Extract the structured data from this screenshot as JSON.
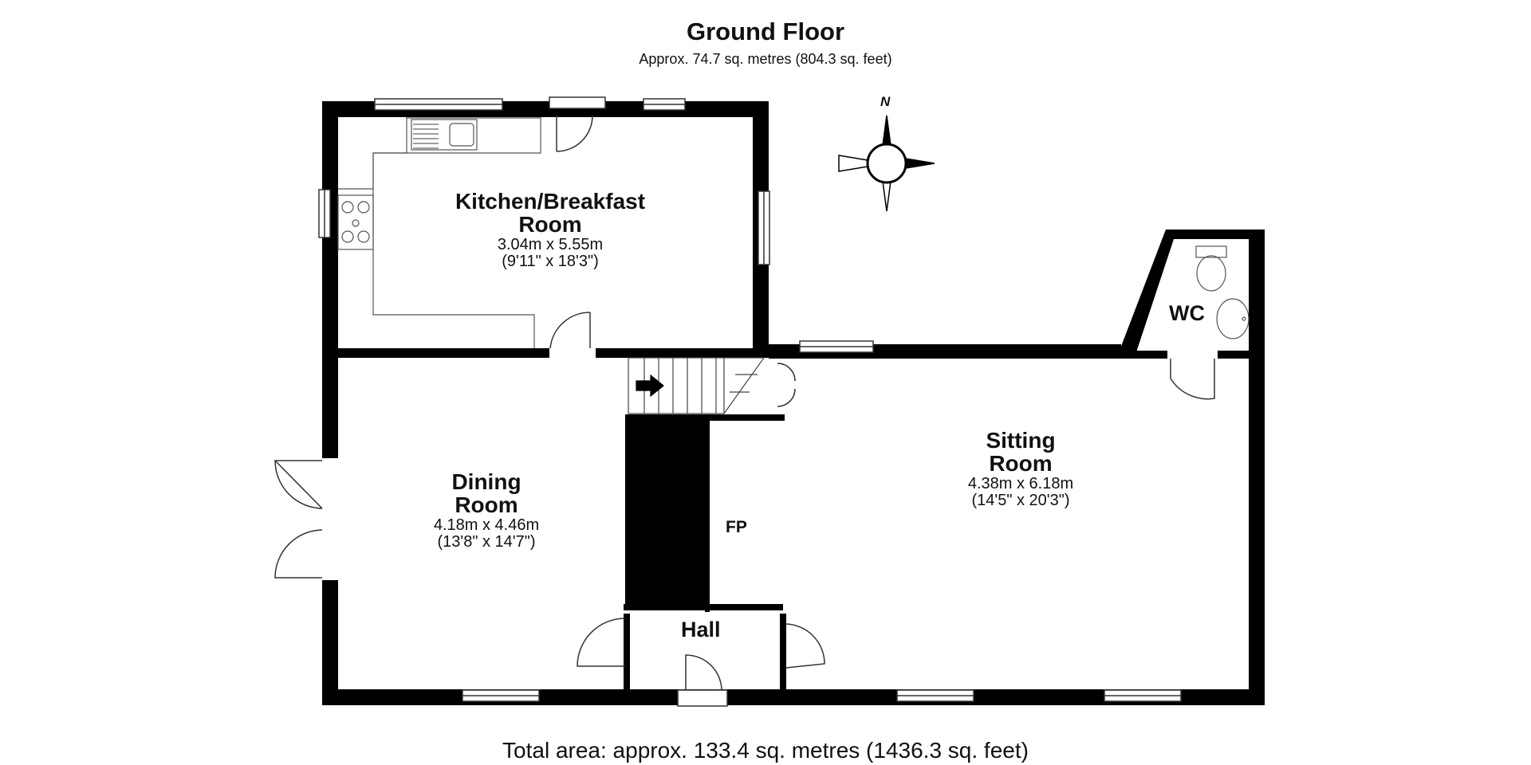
{
  "floor": {
    "title": "Ground Floor",
    "subtitle": "Approx. 74.7 sq. metres (804.3 sq. feet)"
  },
  "rooms": {
    "kitchen": {
      "name": "Kitchen/Breakfast Room",
      "dims_m": "3.04m x 5.55m",
      "dims_ft": "(9'11\" x 18'3\")"
    },
    "dining": {
      "name": "Dining Room",
      "dims_m": "4.18m x 4.46m",
      "dims_ft": "(13'8\" x 14'7\")"
    },
    "sitting": {
      "name": "Sitting Room",
      "dims_m": "4.38m x 6.18m",
      "dims_ft": "(14'5\" x 20'3\")"
    },
    "wc": {
      "name": "WC"
    },
    "hall": {
      "name": "Hall"
    },
    "fp": {
      "name": "FP"
    }
  },
  "compass": {
    "label": "N"
  },
  "footer": {
    "total": "Total area: approx. 133.4 sq. metres (1436.3 sq. feet)"
  },
  "colors": {
    "wall": "#000000",
    "background": "#ffffff",
    "fixture": "#555555"
  }
}
